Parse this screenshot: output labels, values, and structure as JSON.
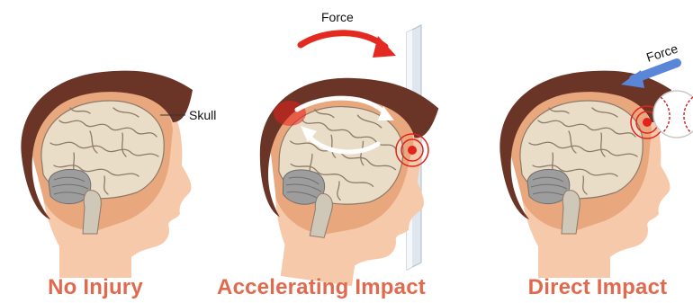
{
  "panels": [
    {
      "caption": "No Injury",
      "label": "Skull"
    },
    {
      "caption": "Accelerating Impact",
      "label": "Force"
    },
    {
      "caption": "Direct Impact",
      "label": "Force"
    }
  ],
  "colors": {
    "caption": "#e0694e",
    "hair": "#6a3426",
    "skin": "#f6c9aa",
    "skull_shadow": "#e9a77e",
    "brain": "#e9ddc8",
    "brain_fold": "#8d7a68",
    "impact": "#e5211c",
    "force_arrow_red": "#e42a20",
    "force_arrow_blue": "#5a86d8",
    "cerebellum": "#9d9d9d",
    "wall": "#dfe6ee"
  },
  "icons": [
    "head-profile",
    "brain",
    "wall",
    "baseball",
    "force-arrow"
  ]
}
